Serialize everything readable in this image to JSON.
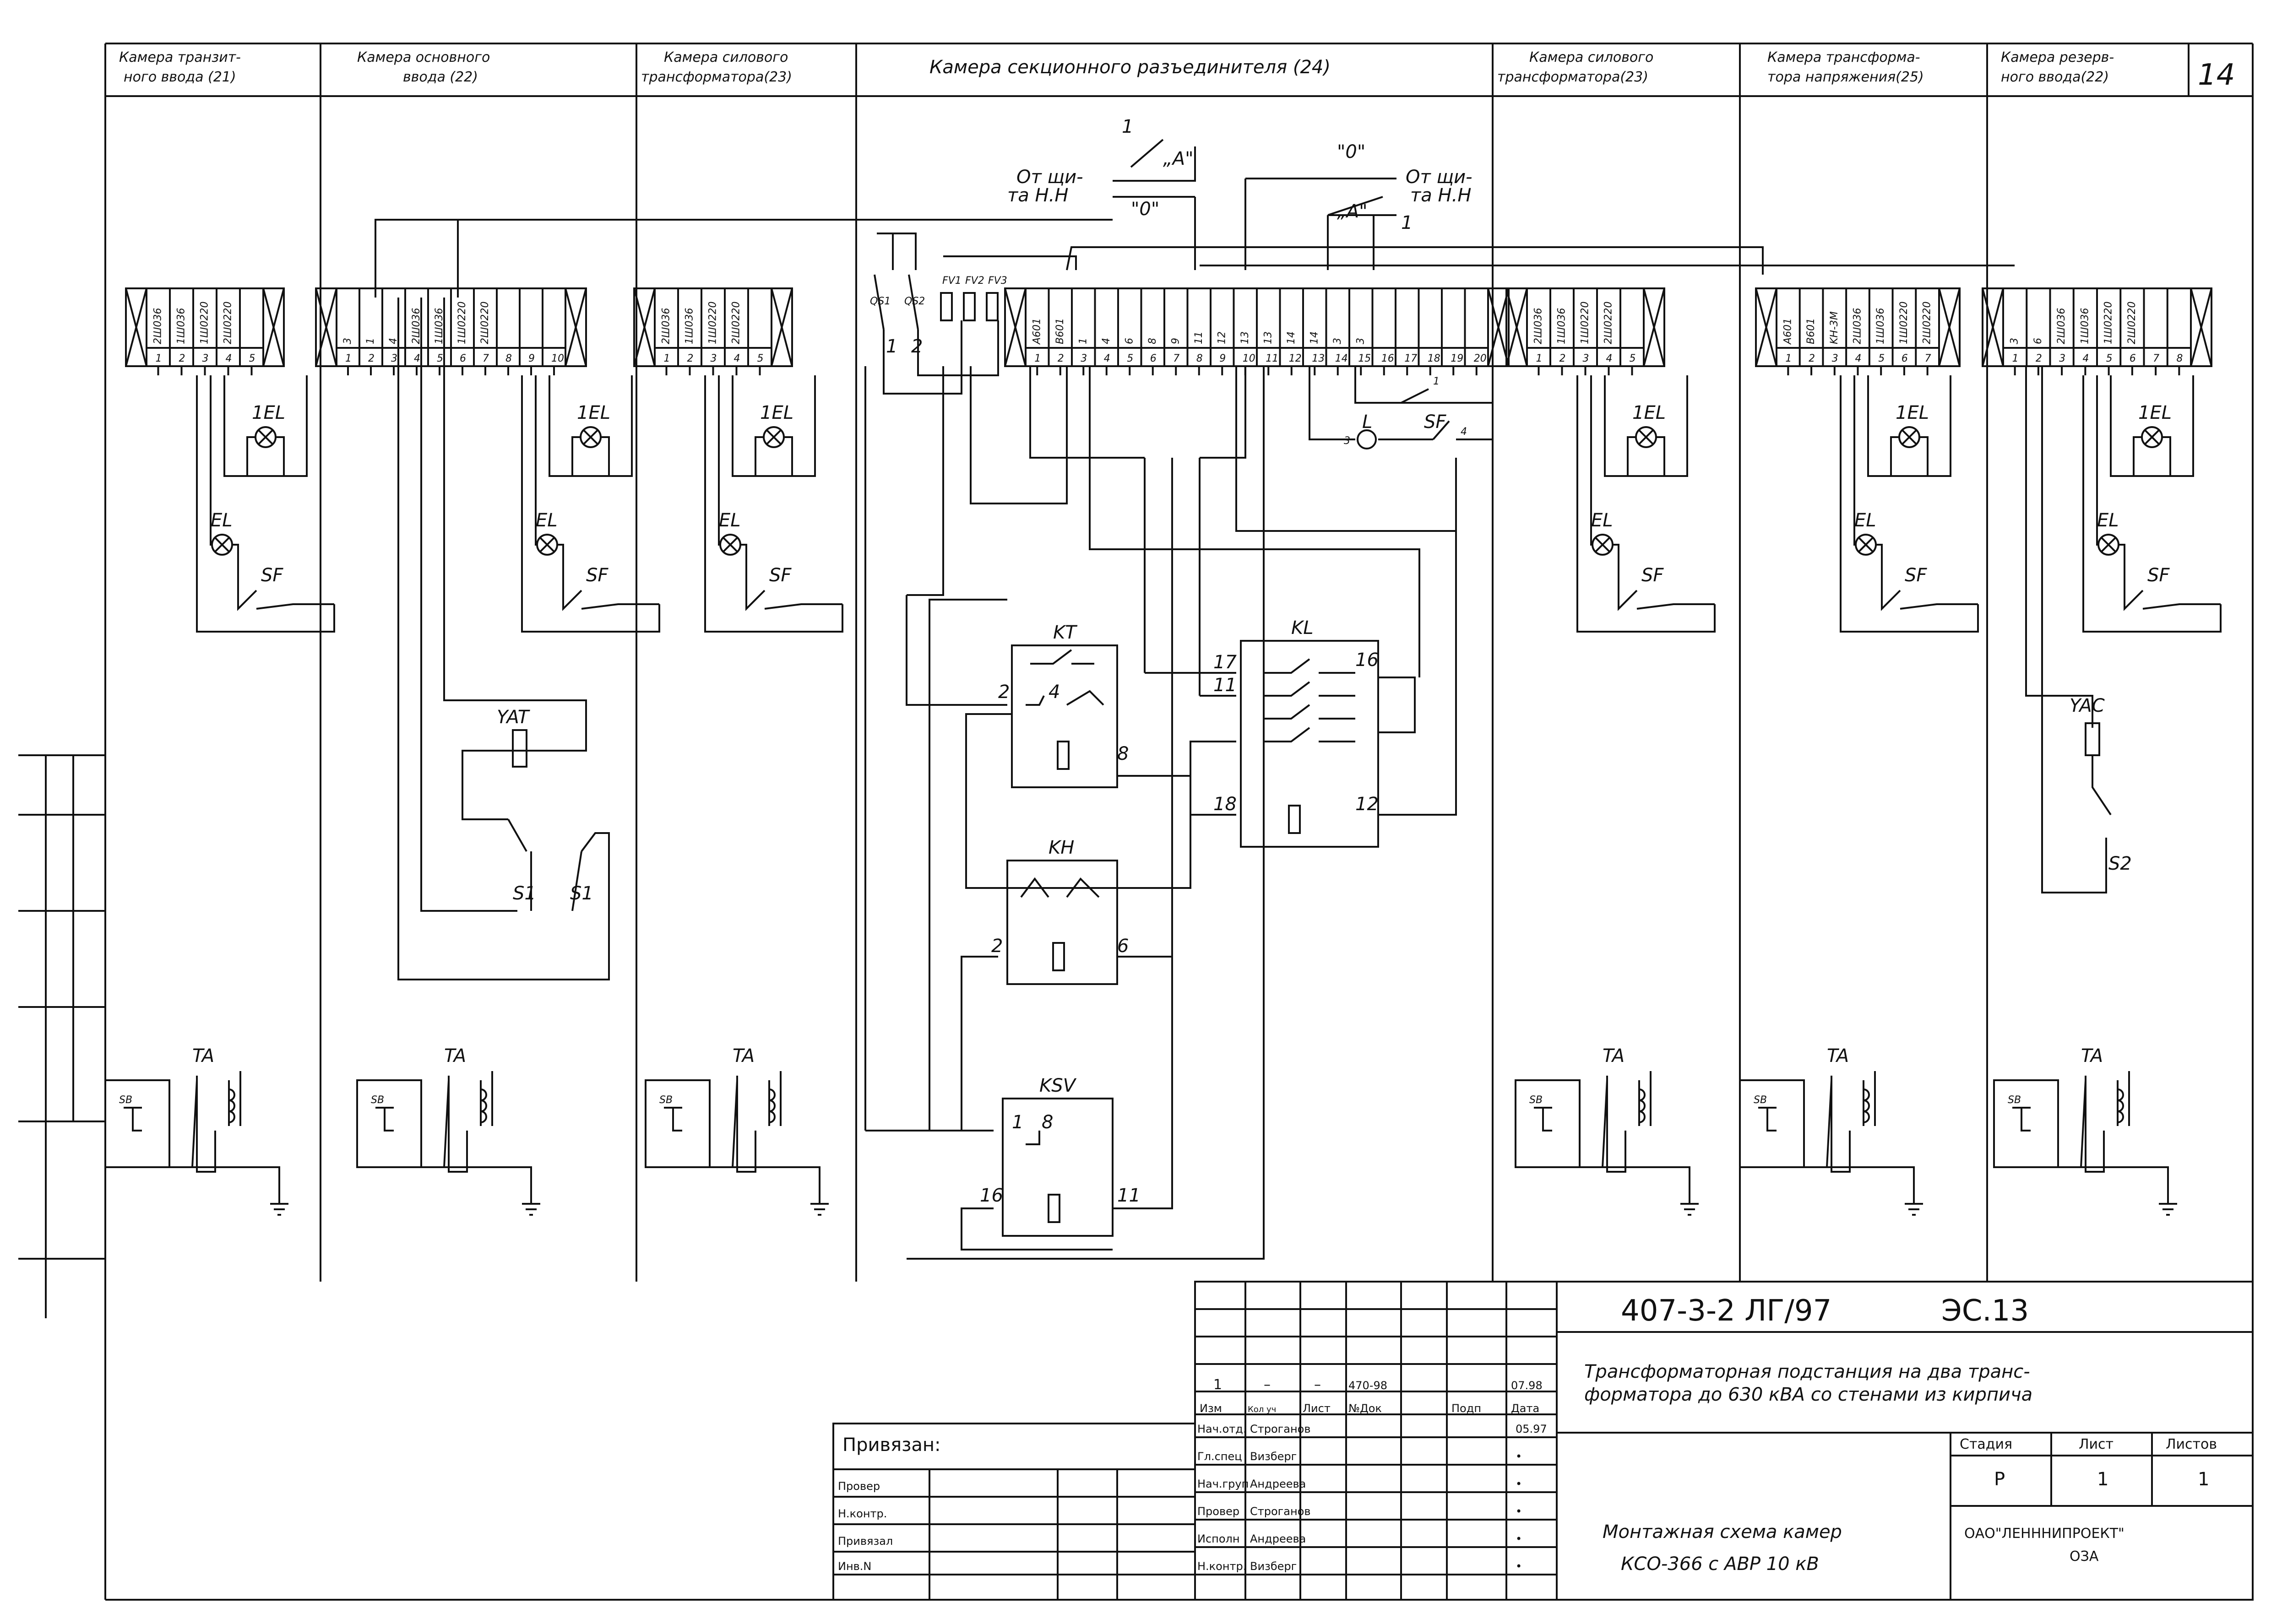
{
  "sheet": {
    "page_number": "14",
    "columns": [
      {
        "id": "c21",
        "title_l1": "Камера транзит-",
        "title_l2": "ного ввода (21)"
      },
      {
        "id": "c22",
        "title_l1": "Камера основного",
        "title_l2": "ввода (22)"
      },
      {
        "id": "c23a",
        "title_l1": "Камера силового",
        "title_l2": "трансформатора(23)"
      },
      {
        "id": "c24",
        "title_l1": "Камера секционного разъединителя (24)",
        "title_l2": ""
      },
      {
        "id": "c23b",
        "title_l1": "Камера силового",
        "title_l2": "трансформатора(23)"
      },
      {
        "id": "c25",
        "title_l1": "Камера трансформа-",
        "title_l2": "тора напряжения(25)"
      },
      {
        "id": "c22r",
        "title_l1": "Камера резерв-",
        "title_l2": "ного ввода(22)"
      }
    ]
  },
  "diagram": {
    "terminal_blocks": [
      {
        "name": "tb-c21",
        "labels": [
          "2Ш036",
          "1Ш036",
          "1Ш0220",
          "2Ш0220"
        ],
        "numbers": [
          "1",
          "2",
          "3",
          "4",
          "5"
        ]
      },
      {
        "name": "tb-c22",
        "labels": [
          "3",
          "1",
          "4",
          "2Ш036",
          "1Ш036",
          "1Ш0220",
          "2Ш0220"
        ],
        "numbers": [
          "1",
          "2",
          "3",
          "4",
          "5",
          "6",
          "7",
          "8",
          "9",
          "10"
        ]
      },
      {
        "name": "tb-c23a",
        "labels": [
          "2Ш036",
          "1Ш036",
          "1Ш0220",
          "2Ш0220"
        ],
        "numbers": [
          "1",
          "2",
          "3",
          "4",
          "5"
        ]
      },
      {
        "name": "tb-c24",
        "labels": [
          "A601",
          "B601",
          "1",
          "4",
          "6",
          "8",
          "9",
          "11",
          "12",
          "13",
          "13",
          "14",
          "14",
          "3",
          "3"
        ],
        "numbers": [
          "1",
          "2",
          "3",
          "4",
          "5",
          "6",
          "7",
          "8",
          "9",
          "10",
          "11",
          "12",
          "13",
          "14",
          "15",
          "16",
          "17",
          "18",
          "19",
          "20"
        ]
      },
      {
        "name": "tb-c23b",
        "labels": [
          "2Ш036",
          "1Ш036",
          "1Ш0220",
          "2Ш0220"
        ],
        "numbers": [
          "1",
          "2",
          "3",
          "4",
          "5"
        ]
      },
      {
        "name": "tb-c25",
        "labels": [
          "A601",
          "B601",
          "KH-3M",
          "2Ш036",
          "1Ш036",
          "1Ш0220",
          "2Ш0220"
        ],
        "numbers": [
          "1",
          "2",
          "3",
          "4",
          "5",
          "6",
          "7"
        ]
      },
      {
        "name": "tb-c22r",
        "labels": [
          "3",
          "6",
          "2Ш036",
          "1Ш036",
          "1Ш0220",
          "2Ш0220"
        ],
        "numbers": [
          "1",
          "2",
          "3",
          "4",
          "5",
          "6",
          "7",
          "8"
        ]
      }
    ],
    "devices": {
      "lamp_1el": "1EL",
      "lamp_el": "EL",
      "switch_sf": "SF",
      "yat": "YAT",
      "s1": "S1",
      "yac": "YAC",
      "s2": "S2",
      "ta": "TA",
      "sb": "SB",
      "kt": "KT",
      "kh": "KH",
      "ksv": "KSV",
      "kl": "KL",
      "lamp_l": "L",
      "qs1": "QS1",
      "qs2": "QS2",
      "fv1": "FV1",
      "fv2": "FV2",
      "fv3": "FV3"
    },
    "pins": {
      "kt_2": "2",
      "kt_4": "4",
      "kt_8": "8",
      "kh_2": "2",
      "kh_6": "6",
      "ksv_1": "1",
      "ksv_8": "8",
      "ksv_16": "16",
      "ksv_11": "11",
      "kl_17": "17",
      "kl_11": "11",
      "kl_16": "16",
      "kl_18": "18",
      "kl_12": "12",
      "l_3": "3",
      "sf_4": "4",
      "sw_1": "1",
      "qs_1": "1",
      "qs_2": "2"
    },
    "feed_left_l1": "От щи-",
    "feed_left_l2": "та Н.Н",
    "feed_right_l1": "От щи-",
    "feed_right_l2": "та Н.Н",
    "mark_a": "„А\"",
    "mark_o": "\"0\"",
    "mark_1": "1"
  },
  "title_block": {
    "doc_code": "407-3-2 ЛГ/97",
    "sheet_code": "ЭС.13",
    "project_title_l1": "Трансформаторная подстанция на два транс-",
    "project_title_l2": "форматора до 630 кВА со стенами из кирпича",
    "drawing_title_l1": "Монтажная схема камер",
    "drawing_title_l2": "КСО-366 с АВР 10 кВ",
    "stage_label": "Стадия",
    "sheet_label": "Лист",
    "sheets_label": "Листов",
    "stage": "Р",
    "sheet": "1",
    "sheets": "1",
    "org_l1": "ОАО\"ЛЕНННИПРОЕКТ\"",
    "org_l2": "ОЗА",
    "change_row": {
      "izm": "1",
      "kol": "–",
      "list": "–",
      "ndok": "470-98",
      "date": "07.98"
    },
    "col_headers": {
      "izm": "Изм",
      "kol": "Кол уч",
      "list": "Лист",
      "ndok": "№Док",
      "podp": "Подп",
      "date": "Дата"
    },
    "roles": [
      {
        "role": "Нач.отд.",
        "name": "Строганов",
        "date": "05.97"
      },
      {
        "role": "Гл.спец",
        "name": "Визберг",
        "date": "•"
      },
      {
        "role": "Нач.груп",
        "name": "Андреева",
        "date": "•"
      },
      {
        "role": "Провер",
        "name": "Строганов",
        "date": "•"
      },
      {
        "role": "Исполн",
        "name": "Андреева",
        "date": "•"
      },
      {
        "role": "Н.контр.",
        "name": "Визберг",
        "date": "•"
      }
    ],
    "privyazan": "Привязан:",
    "left_roles": [
      "Провер",
      "Н.контр.",
      "Привязал",
      "Инв.N"
    ]
  }
}
